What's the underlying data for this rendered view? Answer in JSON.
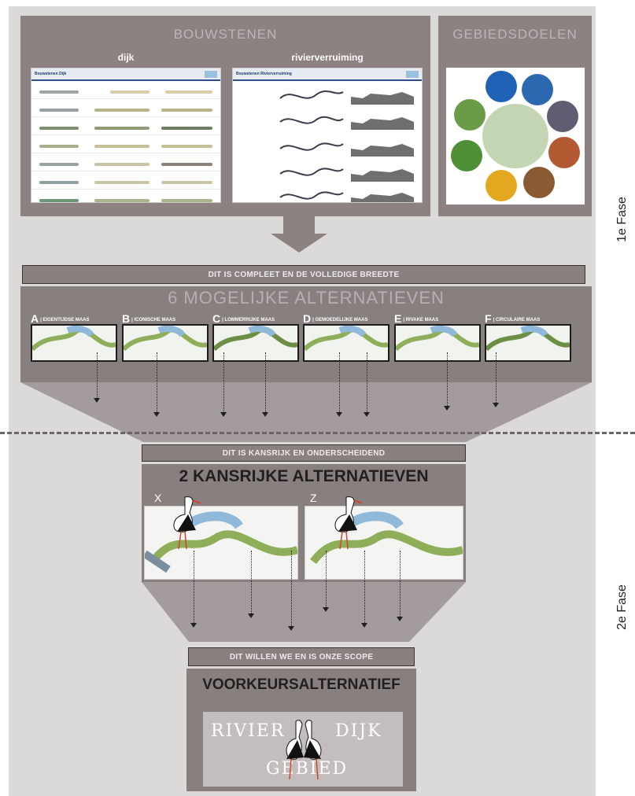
{
  "phases": {
    "first": "1e Fase",
    "second": "2e Fase"
  },
  "stage1": {
    "bouwstenen_title": "BOUWSTENEN",
    "gebiedsdoelen_title": "GEBIEDSDOELEN",
    "dijk_label": "dijk",
    "rivier_label": "rivierverruiming",
    "dijk_doc_title": "Bouwstenen Dijk",
    "rivier_doc_title": "Bouwstenen Rivierverruiming"
  },
  "banners": {
    "complete": "DIT IS COMPLEET EN DE VOLLEDIGE BREEDTE",
    "kansrijk": "DIT IS KANSRIJK EN ONDERSCHEIDEND",
    "scope": "DIT WILLEN WE EN IS ONZE SCOPE"
  },
  "alternatives_title": "6 MOGELIJKE ALTERNATIEVEN",
  "alternatives": [
    {
      "letter": "A",
      "name": "| EIGENTIJDSE MAAS"
    },
    {
      "letter": "B",
      "name": "| ICONISCHE MAAS"
    },
    {
      "letter": "C",
      "name": "| LOMMERRIJKE MAAS"
    },
    {
      "letter": "D",
      "name": "| GEMOEDELIJKE MAAS"
    },
    {
      "letter": "E",
      "name": "| RIVAKE MAAS"
    },
    {
      "letter": "F",
      "name": "| CIRCULAIRE MAAS"
    }
  ],
  "kansrijke_title": "2 KANSRIJKE ALTERNATIEVEN",
  "kansrijke": [
    {
      "letter": "X"
    },
    {
      "letter": "Z"
    }
  ],
  "voorkeur_title": "VOORKEURSALTERNATIEF",
  "logo": {
    "word1": "RIVIER",
    "word2": "DIJK",
    "word3": "GEBIED"
  },
  "colors": {
    "panel": "#8c8282",
    "background": "#dcd9d9",
    "map_green": "#8fae5a",
    "river_blue": "#8fb8d9"
  }
}
